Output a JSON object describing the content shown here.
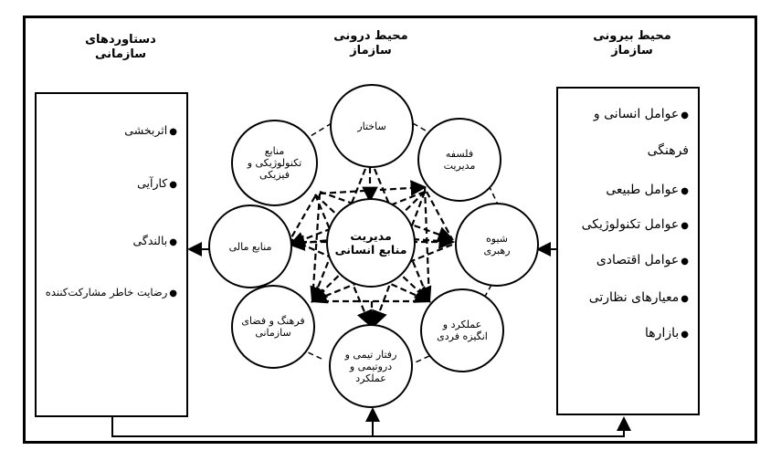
{
  "headings": {
    "outputs": "دستاوردهای\nسازمانی",
    "internal": "محیط درونی\nسازماز",
    "external": "محیط بیرونی\nسازماز"
  },
  "outputs_list": [
    "اثربخشی",
    "کارآیی",
    "بالندگی",
    "رضایت خاطر مشارکت‌کننده"
  ],
  "external_list": [
    "عوامل انسانی و",
    "فرهنگی",
    "عوامل طبیعی",
    "عوامل تکنولوژیکی",
    "عوامل اقتصادی",
    "معیارهای نظارتی",
    "بازارها"
  ],
  "center": "مدیریت\nمنابع انسانی",
  "nodes": {
    "structure": "ساختار",
    "philosophy": "فلسفه\nمدیریت",
    "leadership": "شیوه\nرهبری",
    "performance": "عملکرد و\nانگیزه فردی",
    "team": "رفتار تیمی و\nدروتیمی و\nعملکرد",
    "culture": "فرهنگ و فضای\nسازمانی",
    "financial": "منابع مالی",
    "tech": "منابع\nتکنولوژیکی و\nفیزیکی"
  }
}
